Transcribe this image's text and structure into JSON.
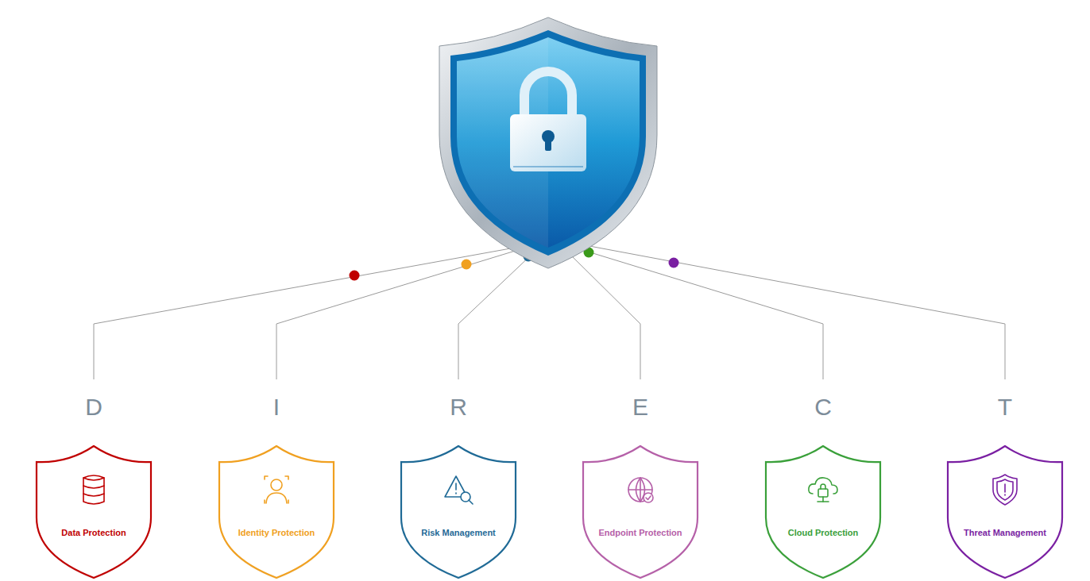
{
  "diagram": {
    "nodes": [
      {
        "text": [
          "D",
          "Data Protection"
        ]
      },
      {
        "text": [
          "I",
          "Identity Protection"
        ]
      },
      {
        "text": [
          "R",
          "Risk Management"
        ]
      },
      {
        "text": [
          "E",
          "Endpoint Protection"
        ]
      },
      {
        "text": [
          "C",
          "Cloud Protection"
        ]
      },
      {
        "text": [
          "T",
          "Threat Management"
        ]
      }
    ]
  }
}
